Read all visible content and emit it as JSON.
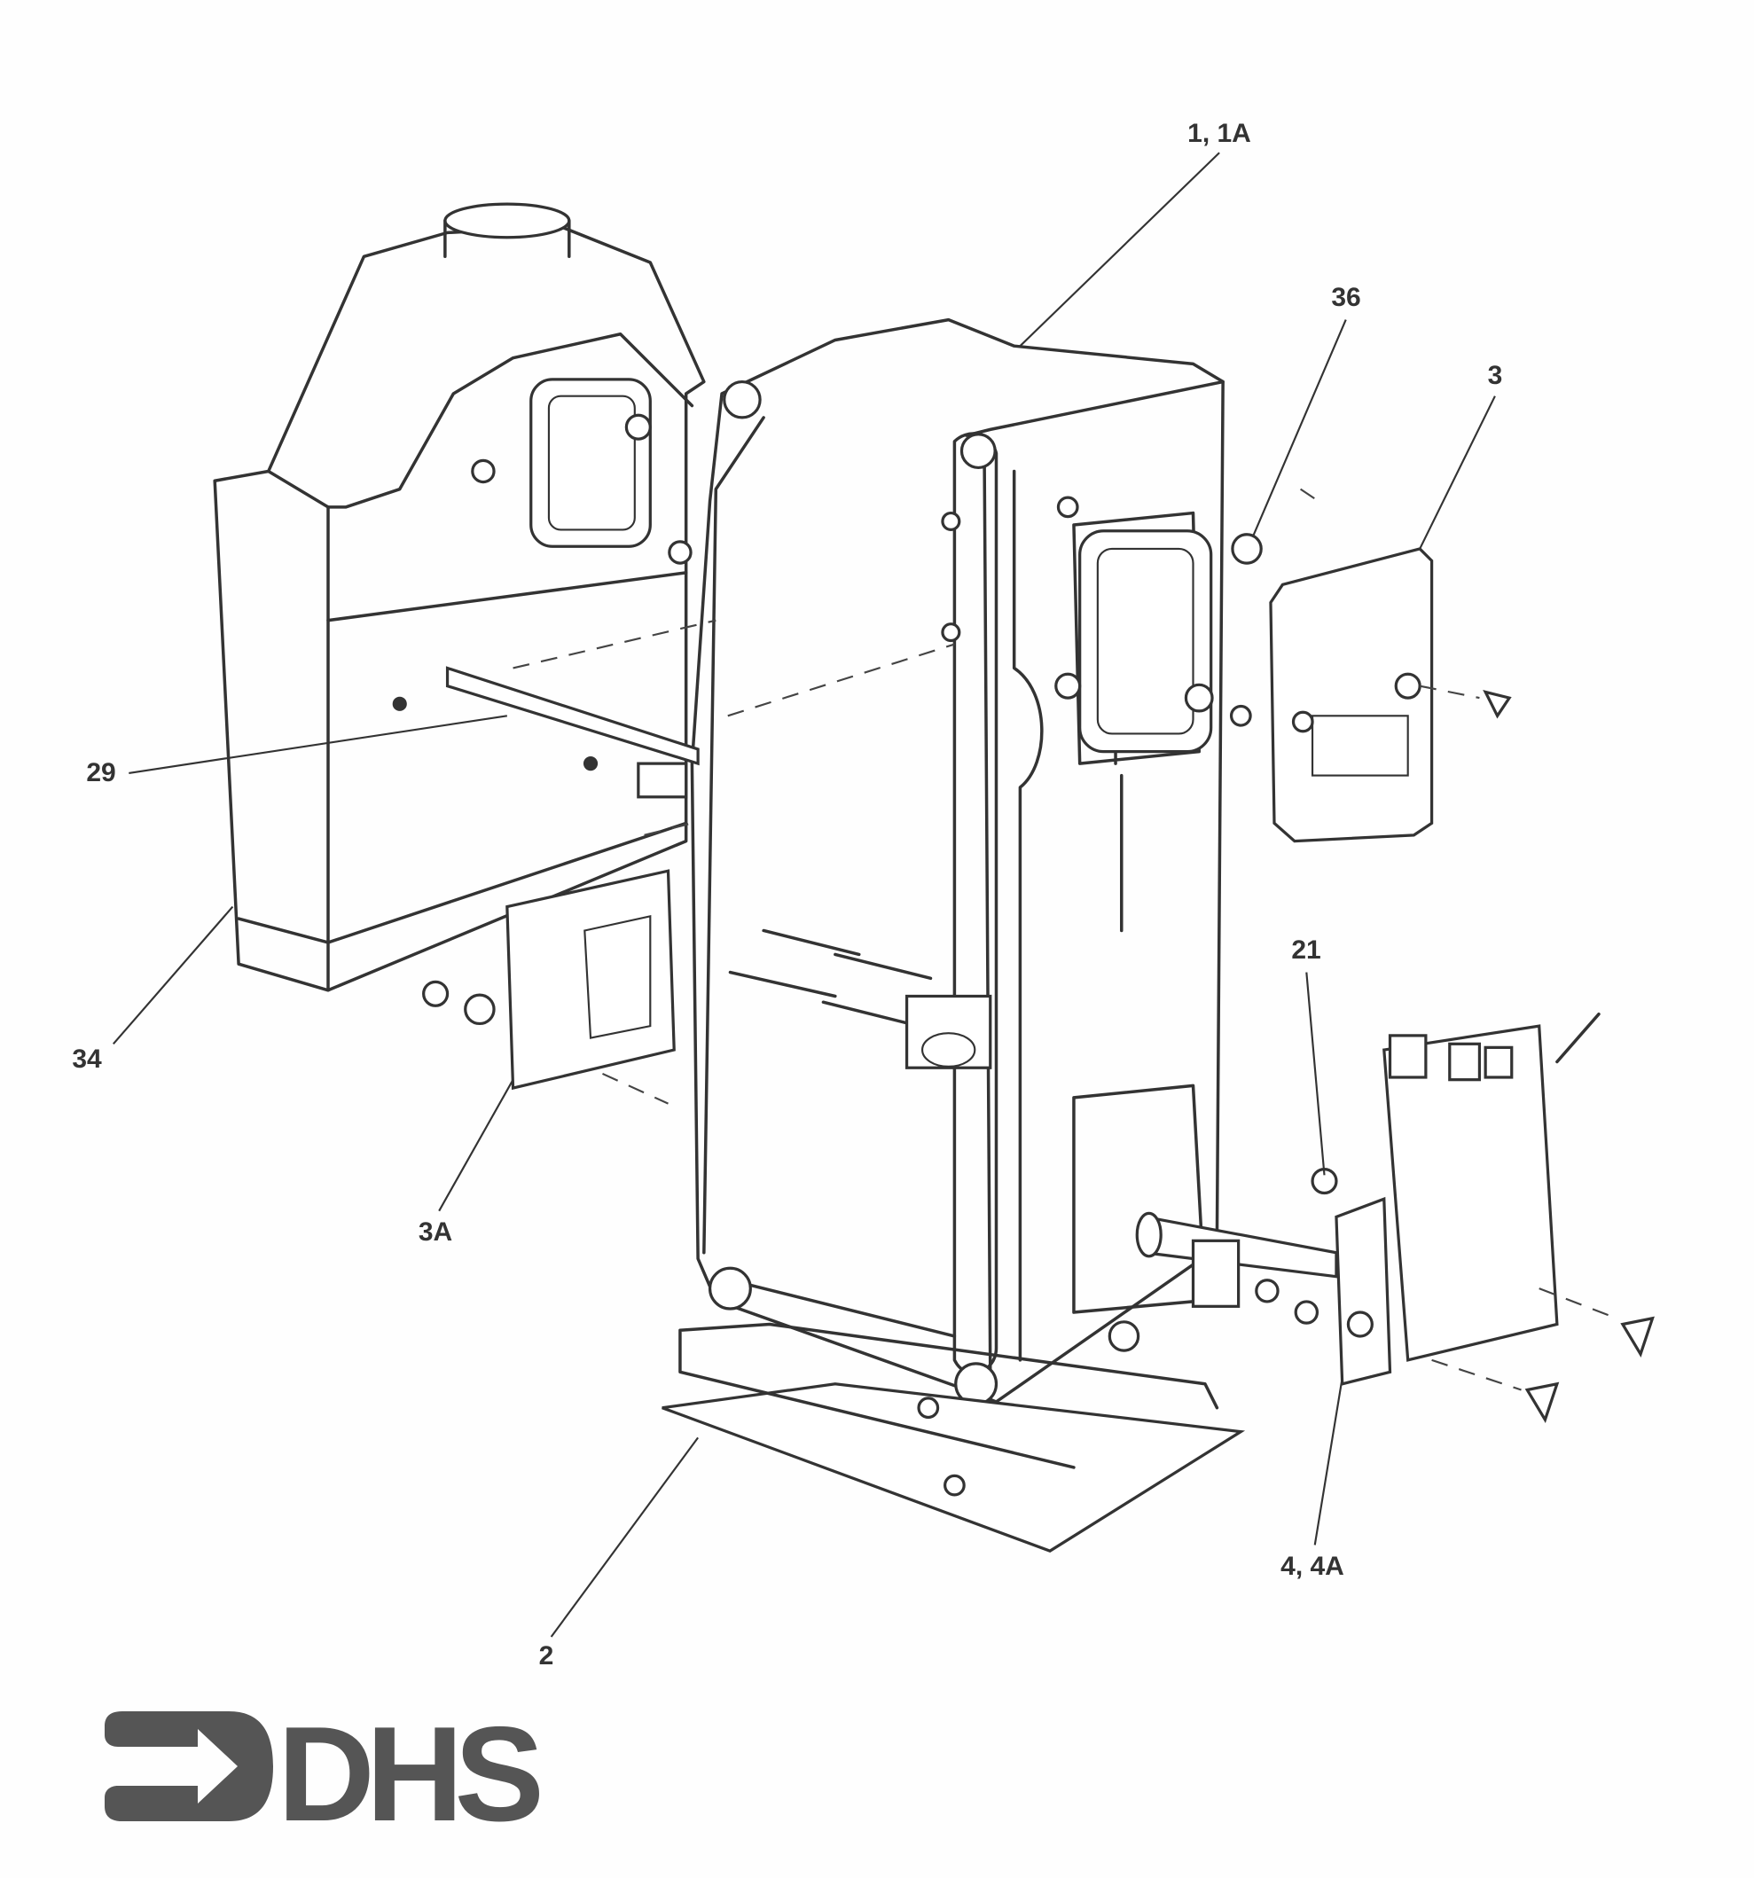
{
  "diagram": {
    "type": "exploded-parts-view",
    "part_labels": [
      {
        "id": "1",
        "text": "1, 1A"
      },
      {
        "id": "36",
        "text": "36"
      },
      {
        "id": "3",
        "text": "3"
      },
      {
        "id": "29",
        "text": "29"
      },
      {
        "id": "34",
        "text": "34"
      },
      {
        "id": "3A",
        "text": "3A"
      },
      {
        "id": "21",
        "text": "21"
      },
      {
        "id": "4",
        "text": "4, 4A"
      },
      {
        "id": "2",
        "text": "2"
      }
    ]
  },
  "logo": {
    "text": "DHS"
  },
  "colors": {
    "ink": "#333333",
    "logo": "#555555",
    "background": "#fefefe"
  }
}
